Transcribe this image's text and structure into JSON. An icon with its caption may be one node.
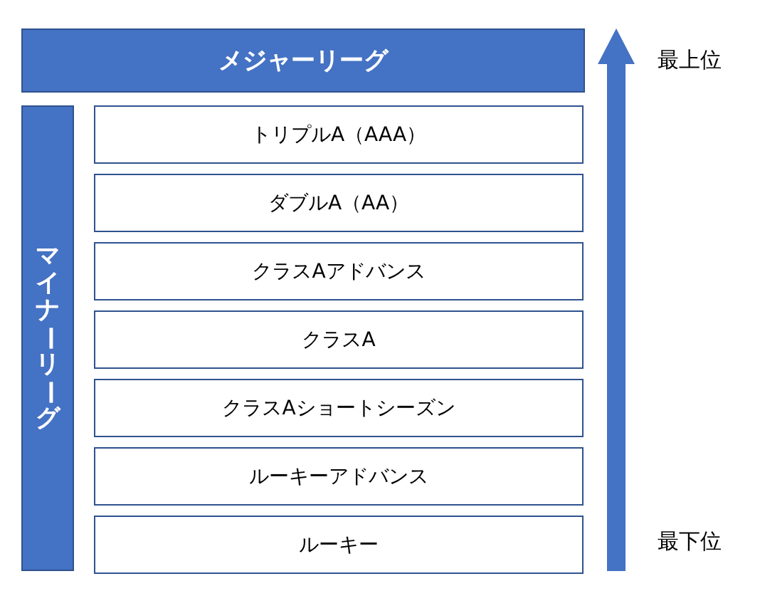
{
  "diagram": {
    "nodes": [
      {
        "text": [
          "メジャーリーグ"
        ]
      },
      {
        "text": [
          "マイナーリーグ"
        ]
      },
      {
        "text": [
          "トリプルA（AAA）"
        ]
      },
      {
        "text": [
          "ダブルA（AA）"
        ]
      },
      {
        "text": [
          "クラスAアドバンス"
        ]
      },
      {
        "text": [
          "クラスA"
        ]
      },
      {
        "text": [
          "クラスAショートシーズン"
        ]
      },
      {
        "text": [
          "ルーキーアドバンス"
        ]
      },
      {
        "text": [
          "ルーキー"
        ]
      }
    ],
    "labels": [
      "最上位",
      "最下位"
    ]
  }
}
